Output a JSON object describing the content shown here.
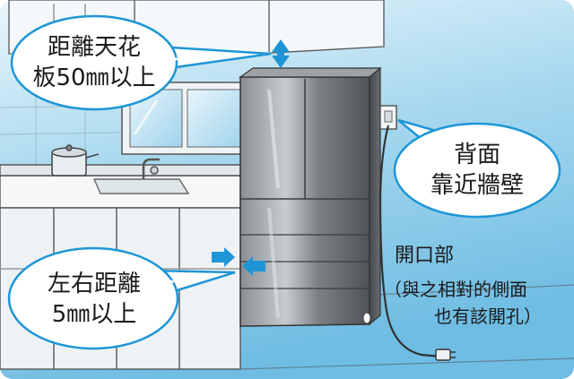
{
  "callouts": {
    "ceiling": {
      "line1": "距離天花",
      "line2": "板50㎜以上"
    },
    "back": {
      "line1": "背面",
      "line2": "靠近牆壁"
    },
    "sides": {
      "line1": "左右距離",
      "line2": "5㎜以上"
    }
  },
  "opening_note": {
    "title": "開口部",
    "line1": "（與之相對的側面",
    "line2": "也有該開孔）"
  },
  "colors": {
    "sky_top": "#d8eef8",
    "sky_bottom": "#7fc4e6",
    "accent_blue": "#1e96d6",
    "bubble_fill": "#ffffff",
    "bubble_stroke": "#1e96d6",
    "fridge_dark": "#5b5e63",
    "fridge_light": "#b8bcc0"
  },
  "icons": [
    "vertical-double-arrow-icon",
    "right-arrow-icon",
    "left-arrow-icon",
    "power-plug-icon",
    "wall-outlet-icon",
    "faucet-icon",
    "pot-icon"
  ]
}
